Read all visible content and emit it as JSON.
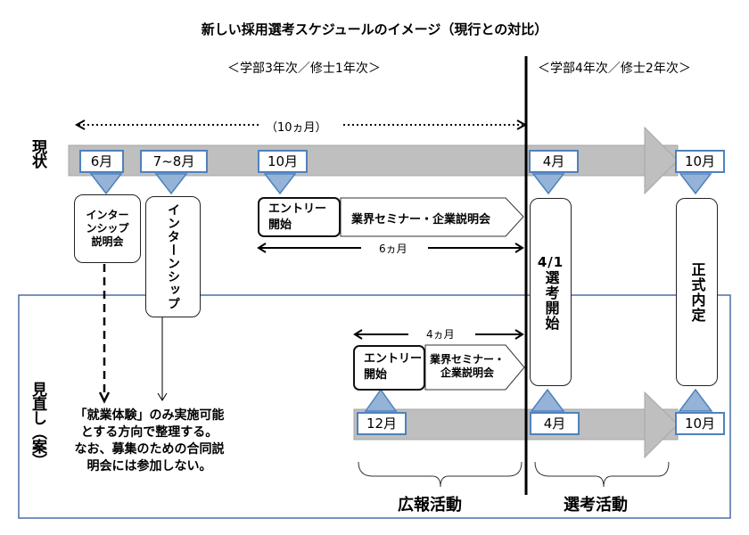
{
  "title": "新しい採用選考スケジュールのイメージ（現行との対比）",
  "grade_headers": {
    "year3": "＜学部3年次／修士1年次＞",
    "year4": "＜学部4年次／修士2年次＞"
  },
  "colors": {
    "bar_gray": "#bfbfbf",
    "marker_blue": "#4f81bd",
    "marker_fill": "#95b3d7",
    "frame_blue": "#4a6fa5"
  },
  "current": {
    "row_label": "現状",
    "span_label": "（10ヵ月）",
    "months": [
      "6月",
      "7~8月",
      "10月",
      "4月",
      "10月"
    ],
    "internship_briefing": "インターンシップ説明会",
    "internship": "インターンシップ",
    "entry_start": "エントリー開始",
    "seminar": "業界セミナー・企業説明会",
    "duration": "6ヵ月",
    "selection_start": "4/1選考開始",
    "formal_offer": "正式内定"
  },
  "proposed": {
    "row_label": "見直し（案）",
    "note_lines": [
      "「就業体験」のみ実施可能",
      "とする方向で整理する。",
      "なお、募集のための合同説",
      "明会には参加しない。"
    ],
    "duration": "4ヵ月",
    "entry_start_line1": "エントリー",
    "entry_start_line2": "開始",
    "seminar_line1": "業界セミナー・",
    "seminar_line2": "企業説明会",
    "months": [
      "12月",
      "4月",
      "10月"
    ],
    "phase_pr": "広報活動",
    "phase_selection": "選考活動"
  }
}
